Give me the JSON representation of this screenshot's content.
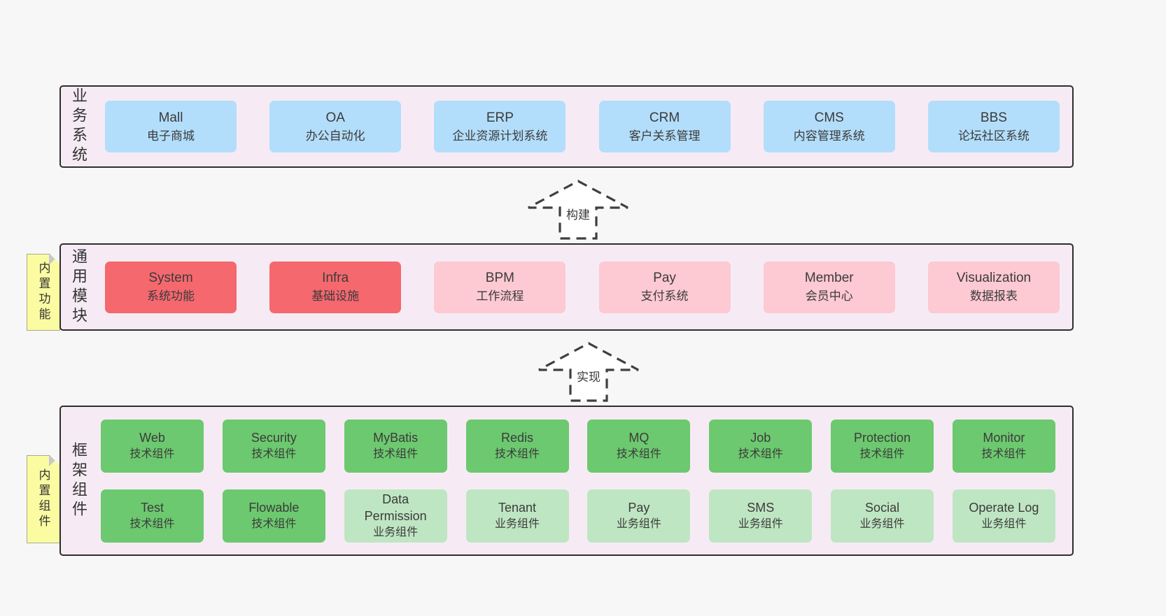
{
  "colors": {
    "page_background": "#f7f7f7",
    "container_background": "#f6ebf4",
    "container_border": "#2e2e2e",
    "business_box": "#b3defb",
    "core_module_box": "#f5686e",
    "optional_module_box": "#fdc9d3",
    "tech_component_box": "#6cc96f",
    "biz_component_box": "#bfe6c2",
    "sticky_note": "#fbfba2",
    "text": "#3b3b3b"
  },
  "layers": [
    {
      "label": "业务系统",
      "boxes": [
        {
          "name": "Mall",
          "subtitle": "电子商城"
        },
        {
          "name": "OA",
          "subtitle": "办公自动化"
        },
        {
          "name": "ERP",
          "subtitle": "企业资源计划系统"
        },
        {
          "name": "CRM",
          "subtitle": "客户关系管理"
        },
        {
          "name": "CMS",
          "subtitle": "内容管理系统"
        },
        {
          "name": "BBS",
          "subtitle": "论坛社区系统"
        }
      ]
    },
    {
      "label": "通用模块",
      "sticky": "内置功能",
      "boxes": [
        {
          "name": "System",
          "subtitle": "系统功能"
        },
        {
          "name": "Infra",
          "subtitle": "基础设施"
        },
        {
          "name": "BPM",
          "subtitle": "工作流程"
        },
        {
          "name": "Pay",
          "subtitle": "支付系统"
        },
        {
          "name": "Member",
          "subtitle": "会员中心"
        },
        {
          "name": "Visualization",
          "subtitle": "数据报表"
        }
      ]
    },
    {
      "label": "框架组件",
      "sticky": "内置组件",
      "rows": [
        [
          {
            "name": "Web",
            "subtitle": "技术组件"
          },
          {
            "name": "Security",
            "subtitle": "技术组件"
          },
          {
            "name": "MyBatis",
            "subtitle": "技术组件"
          },
          {
            "name": "Redis",
            "subtitle": "技术组件"
          },
          {
            "name": "MQ",
            "subtitle": "技术组件"
          },
          {
            "name": "Job",
            "subtitle": "技术组件"
          },
          {
            "name": "Protection",
            "subtitle": "技术组件"
          },
          {
            "name": "Monitor",
            "subtitle": "技术组件"
          }
        ],
        [
          {
            "name": "Test",
            "subtitle": "技术组件"
          },
          {
            "name": "Flowable",
            "subtitle": "技术组件"
          },
          {
            "name": "Data\nPermission",
            "subtitle": "业务组件"
          },
          {
            "name": "Tenant",
            "subtitle": "业务组件"
          },
          {
            "name": "Pay",
            "subtitle": "业务组件"
          },
          {
            "name": "SMS",
            "subtitle": "业务组件"
          },
          {
            "name": "Social",
            "subtitle": "业务组件"
          },
          {
            "name": "Operate Log",
            "subtitle": "业务组件"
          }
        ]
      ]
    }
  ],
  "arrows": [
    {
      "label": "构建"
    },
    {
      "label": "实现"
    }
  ]
}
